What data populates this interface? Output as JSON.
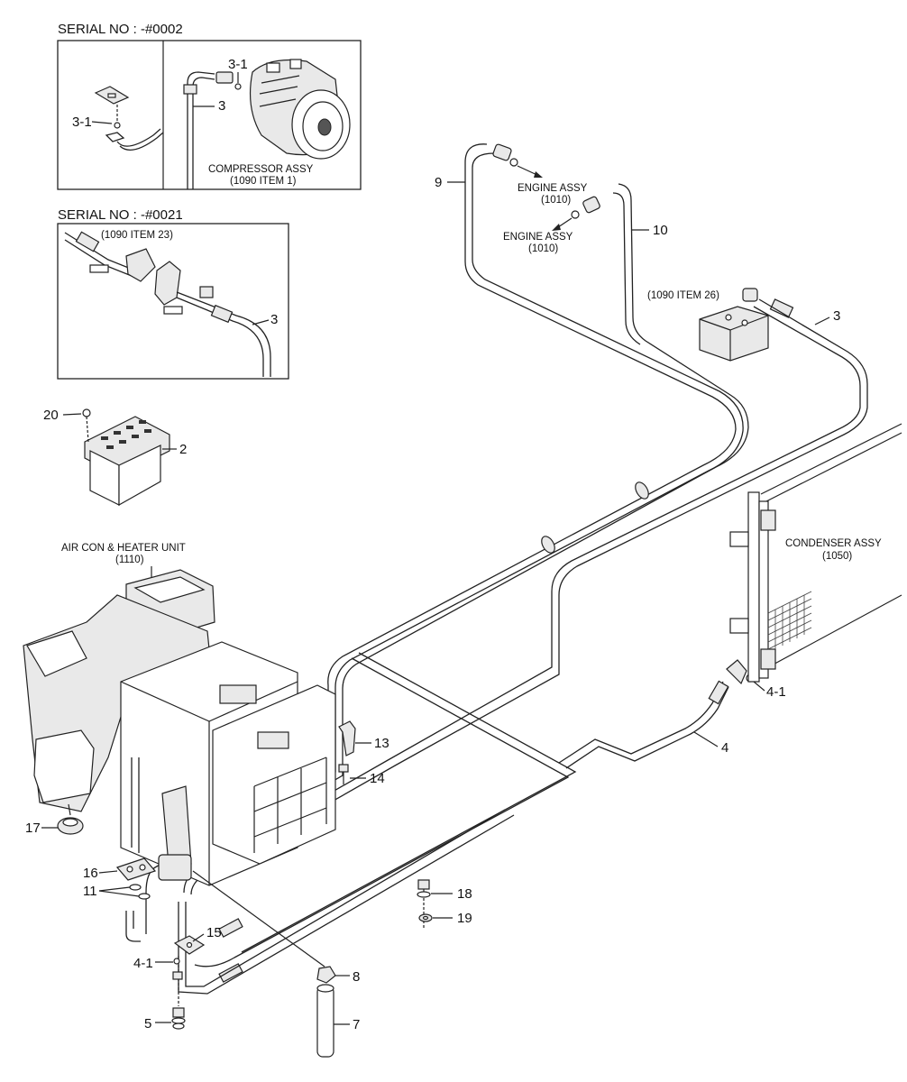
{
  "insets": {
    "top": {
      "serial": "SERIAL NO : -#0002",
      "labels": {
        "item_3_1_left": "3-1",
        "item_3_1_right": "3-1",
        "item_3": "3"
      },
      "compressor": {
        "name": "COMPRESSOR ASSY",
        "ref": "(1090 ITEM 1)"
      }
    },
    "middle": {
      "serial": "SERIAL NO : -#0021",
      "ref": "(1090 ITEM 23)",
      "item_3": "3"
    }
  },
  "engine": {
    "upper": {
      "name": "ENGINE ASSY",
      "ref": "(1010)"
    },
    "lower": {
      "name": "ENGINE ASSY",
      "ref": "(1010)"
    }
  },
  "receiver": {
    "ref": "(1090 ITEM 26)"
  },
  "aircon_unit": {
    "name": "AIR CON & HEATER UNIT",
    "ref": "(1110)"
  },
  "condenser": {
    "name": "CONDENSER ASSY",
    "ref": "(1050)"
  },
  "callouts": {
    "c9": "9",
    "c10": "10",
    "c3": "3",
    "c20": "20",
    "c2": "2",
    "c4_1_right": "4-1",
    "c4": "4",
    "c13": "13",
    "c14": "14",
    "c17": "17",
    "c16": "16",
    "c11": "11",
    "c15": "15",
    "c4_1_left": "4-1",
    "c5": "5",
    "c8": "8",
    "c7": "7",
    "c18": "18",
    "c19": "19"
  }
}
